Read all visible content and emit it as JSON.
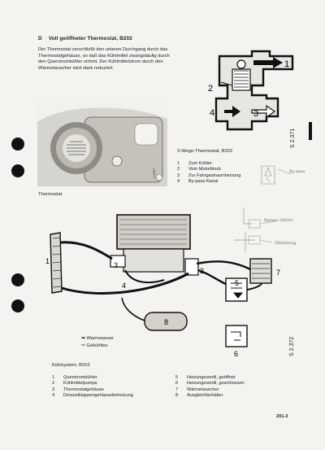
{
  "heading": {
    "label": "D",
    "title": "Voll geöffneter Thermostat, B202"
  },
  "intro_text": "Der Thermostat verschließt den unteren Durchgang durch das Thermostatgehäuse, so daß das Kühlmittel zwangsläufig durch den Querstromkühler strömt. Der Kühlmittelstrom durch den Wärmetauscher wird stark reduziert.",
  "figure_top": {
    "code": "S 2.371",
    "caption": "3-Wege-Thermostat, B202",
    "callouts": [
      "1",
      "2",
      "3",
      "4"
    ],
    "legend": [
      {
        "num": "1",
        "text": "Zum Kühler"
      },
      {
        "num": "2",
        "text": "Vom Motorblock"
      },
      {
        "num": "3",
        "text": "Zur Fahrgastraumheizung"
      },
      {
        "num": "4",
        "text": "By-pass-Kanal"
      }
    ]
  },
  "photo": {
    "caption": "Thermostat",
    "code": "2.6267"
  },
  "figure_bottom": {
    "code": "S 2.372",
    "callouts": [
      "1",
      "2",
      "3",
      "4",
      "5",
      "6",
      "7",
      "8"
    ],
    "flow_legend": [
      {
        "icon": "solid-arrow",
        "text": "Warmwasser"
      },
      {
        "icon": "outline-arrow",
        "text": "Gekühltes"
      }
    ],
    "caption": "Kühlsystem, B202",
    "legend": [
      {
        "num": "1",
        "text": "Querstromkühler"
      },
      {
        "num": "2",
        "text": "Kühlmittelpumpe"
      },
      {
        "num": "3",
        "text": "Thermostatgehäuse"
      },
      {
        "num": "4",
        "text": "Drosselklappengehäusebeheizung"
      },
      {
        "num": "5",
        "text": "Heizungsventil, geöffnet"
      },
      {
        "num": "6",
        "text": "Heizungsventil, geschlossen"
      },
      {
        "num": "7",
        "text": "Wärmetauscher"
      },
      {
        "num": "8",
        "text": "Ausgleichbehälter"
      }
    ]
  },
  "handwritten": {
    "note_1": "By-pass",
    "note_2": "Bypass ölkühl.",
    "note_3": "Ölkühlung"
  },
  "page_number": "201-3"
}
